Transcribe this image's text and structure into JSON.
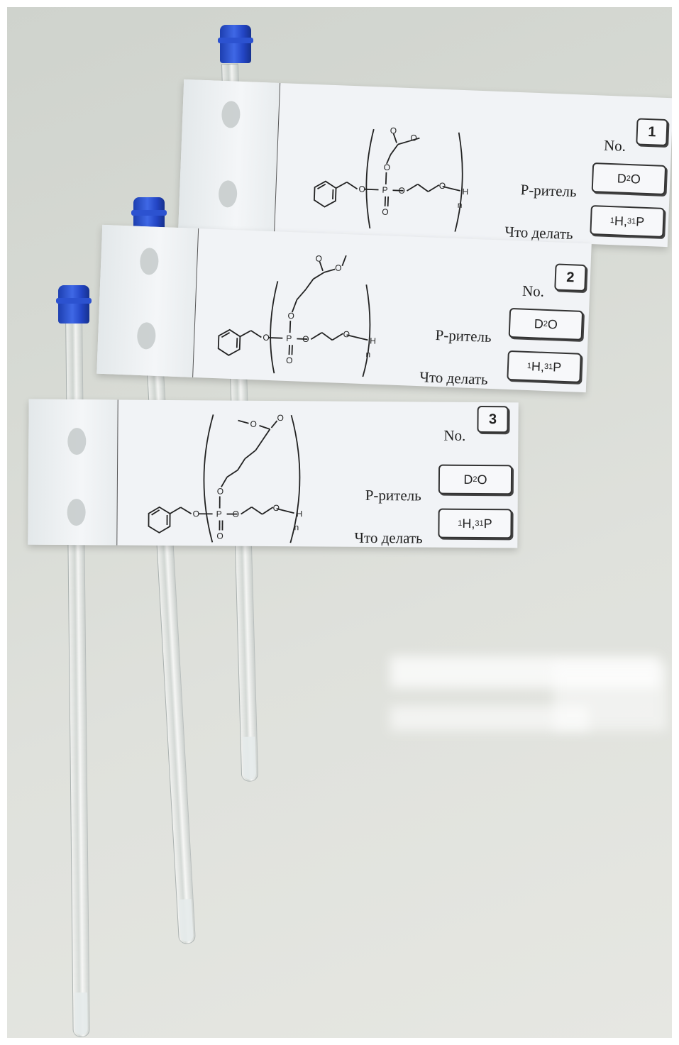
{
  "labels": [
    {
      "number": "1",
      "no_label": "No.",
      "solvent_label": "Р-ритель",
      "task_label": "Что делать",
      "solvent_main": "D",
      "solvent_sub": "2",
      "solvent_tail": "O",
      "task_sup1": "1",
      "task_h": "H, ",
      "task_sup2": "31",
      "task_p": "P",
      "chem_n": "n",
      "chem_h": "H"
    },
    {
      "number": "2",
      "no_label": "No.",
      "solvent_label": "Р-ритель",
      "task_label": "Что делать",
      "solvent_main": "D",
      "solvent_sub": "2",
      "solvent_tail": "O",
      "task_sup1": "1",
      "task_h": "H, ",
      "task_sup2": "31",
      "task_p": "P",
      "chem_n": "n",
      "chem_h": "H"
    },
    {
      "number": "3",
      "no_label": "No.",
      "solvent_label": "Р-ритель",
      "task_label": "Что делать",
      "solvent_main": "D",
      "solvent_sub": "2",
      "solvent_tail": "O",
      "task_sup1": "1",
      "task_h": "H, ",
      "task_sup2": "31",
      "task_p": "P",
      "chem_n": "n",
      "chem_h": "H"
    }
  ]
}
